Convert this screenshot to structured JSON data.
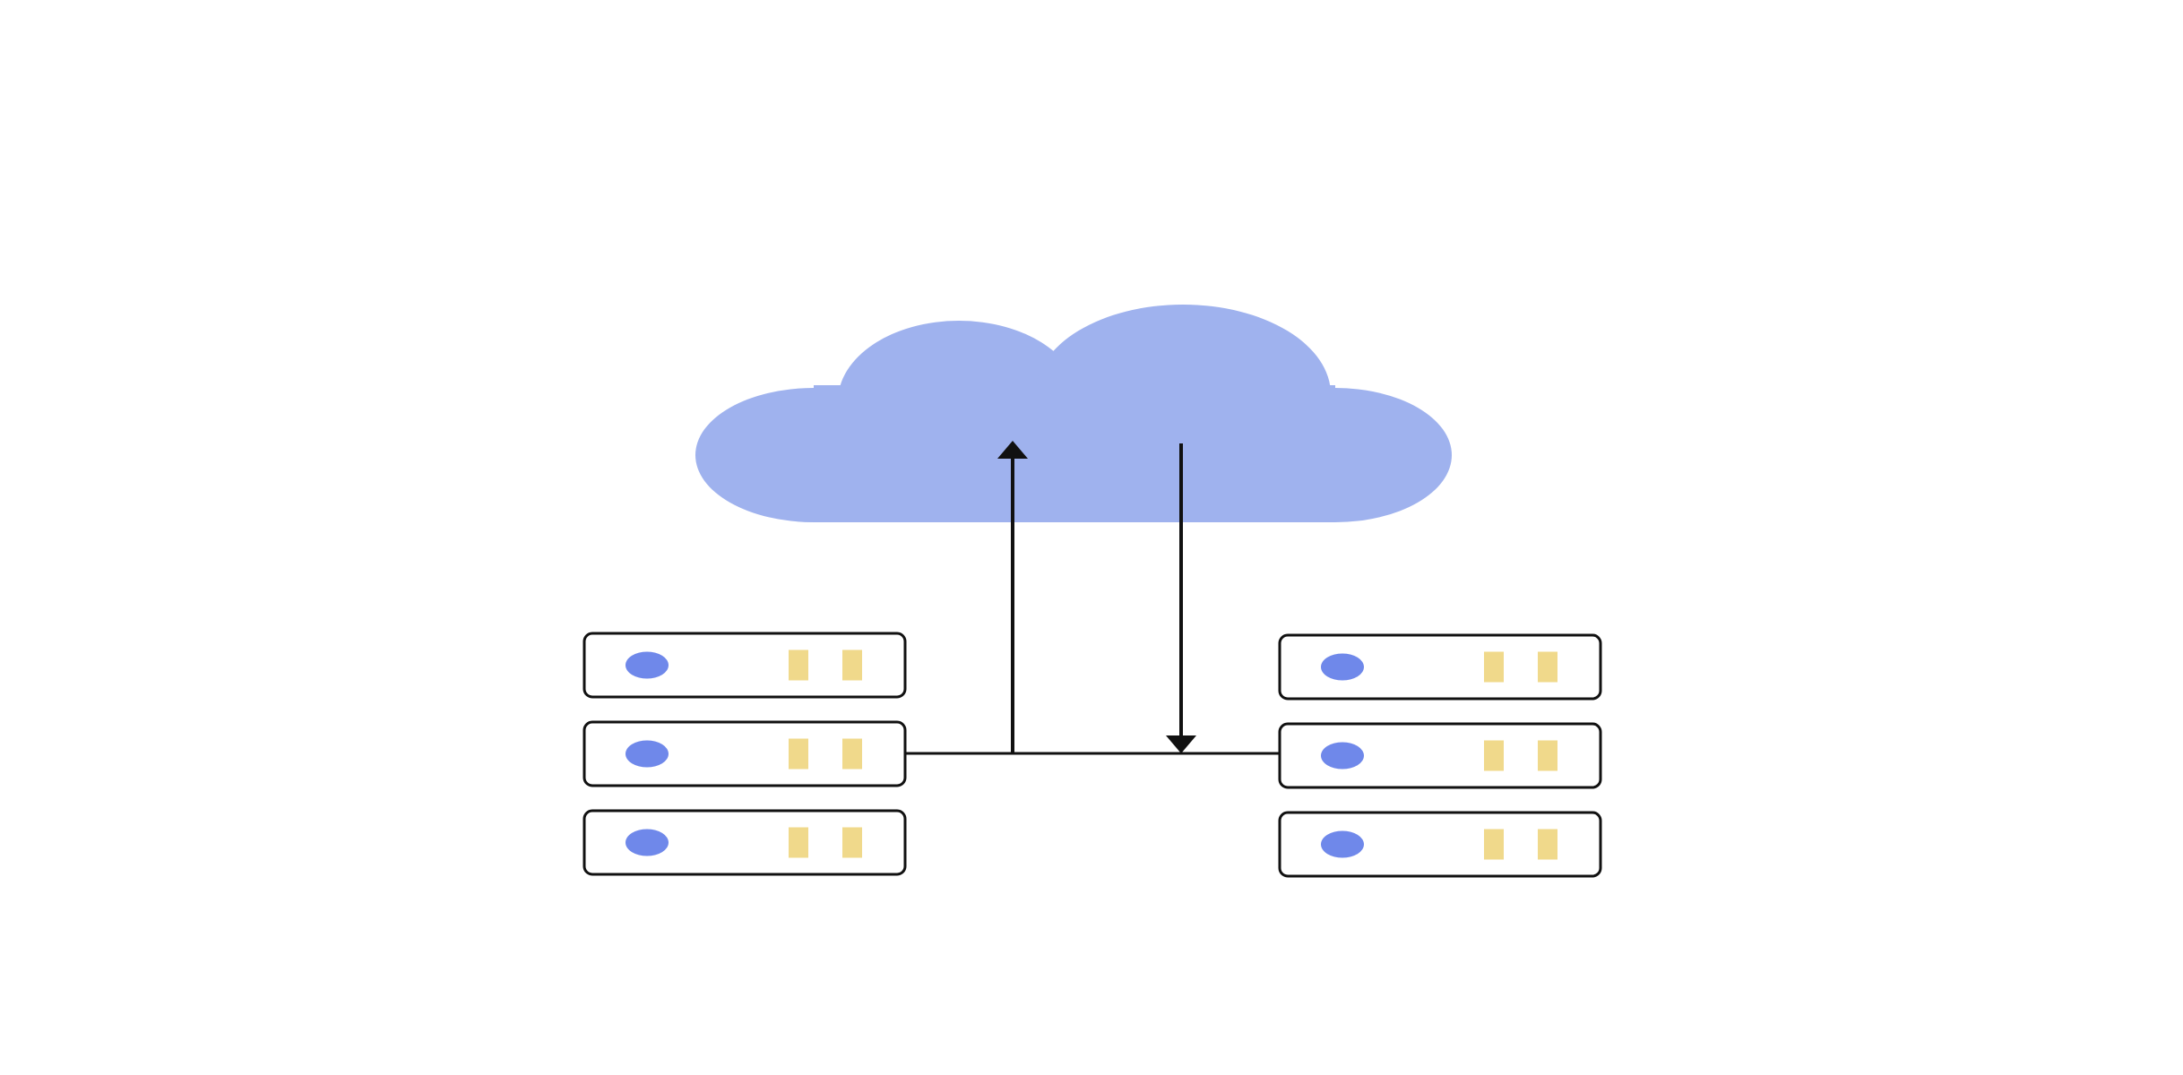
{
  "diagram": {
    "type": "cloud-network",
    "colors": {
      "background": "#ffffff",
      "cloud": "#9fb2ee",
      "indicator_dot": "#6f88ea",
      "indicator_bar": "#f0d98b",
      "outline": "#111111"
    },
    "cloud": {
      "icon": "cloud-icon"
    },
    "server_stacks": [
      {
        "id": "left",
        "icon": "server-rack-icon",
        "units": [
          {
            "indicator_bars": 2
          },
          {
            "indicator_bars": 2
          },
          {
            "indicator_bars": 2
          }
        ]
      },
      {
        "id": "right",
        "icon": "server-rack-icon",
        "units": [
          {
            "indicator_bars": 2
          },
          {
            "indicator_bars": 2
          },
          {
            "indicator_bars": 2
          }
        ]
      }
    ],
    "connections": [
      {
        "id": "uplink",
        "from": "server-link",
        "to": "cloud",
        "direction": "up",
        "icon": "arrow-up-icon"
      },
      {
        "id": "downlink",
        "from": "cloud",
        "to": "server-link",
        "direction": "down",
        "icon": "arrow-down-icon"
      },
      {
        "id": "server-link",
        "from": "left",
        "to": "right",
        "direction": "none"
      }
    ]
  }
}
